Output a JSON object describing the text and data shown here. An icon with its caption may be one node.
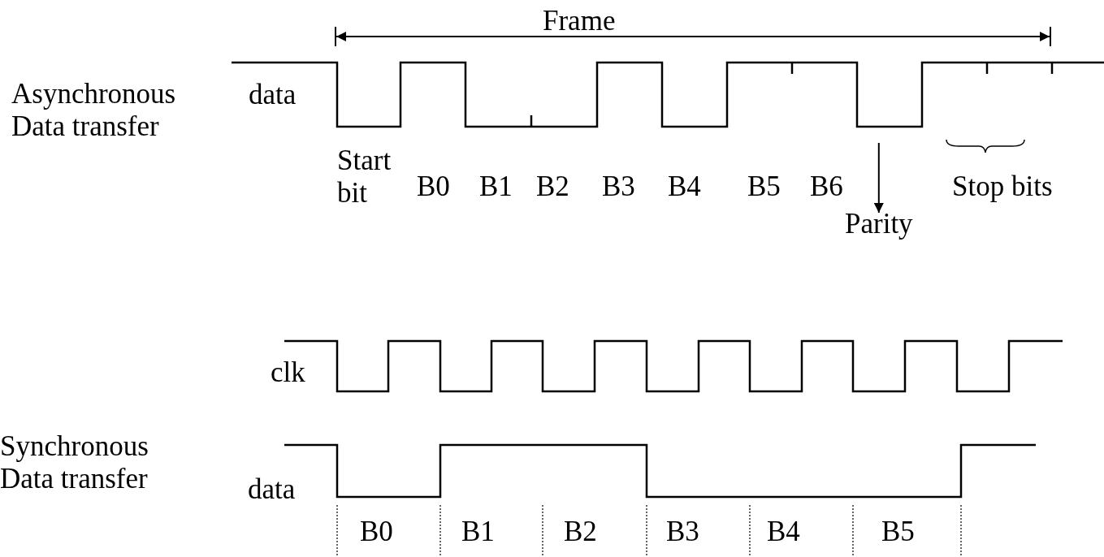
{
  "diagram": {
    "nodes": [
      {
        "text": [
          "Parity"
        ]
      },
      {
        "text": [],
        "shape": "waveform"
      }
    ],
    "edges": [
      {
        "from": 1,
        "to": 0,
        "arrow": "to"
      }
    ],
    "labels": [
      "Frame",
      "Asynchronous Data transfer",
      "data",
      "Start bit",
      "B0",
      "B1",
      "B2",
      "B3",
      "B4",
      "B5",
      "B6",
      "Stop bits",
      "Synchronous Data transfer",
      "clk",
      "data",
      "B0",
      "B1",
      "B2",
      "B3",
      "B4",
      "B5"
    ]
  }
}
